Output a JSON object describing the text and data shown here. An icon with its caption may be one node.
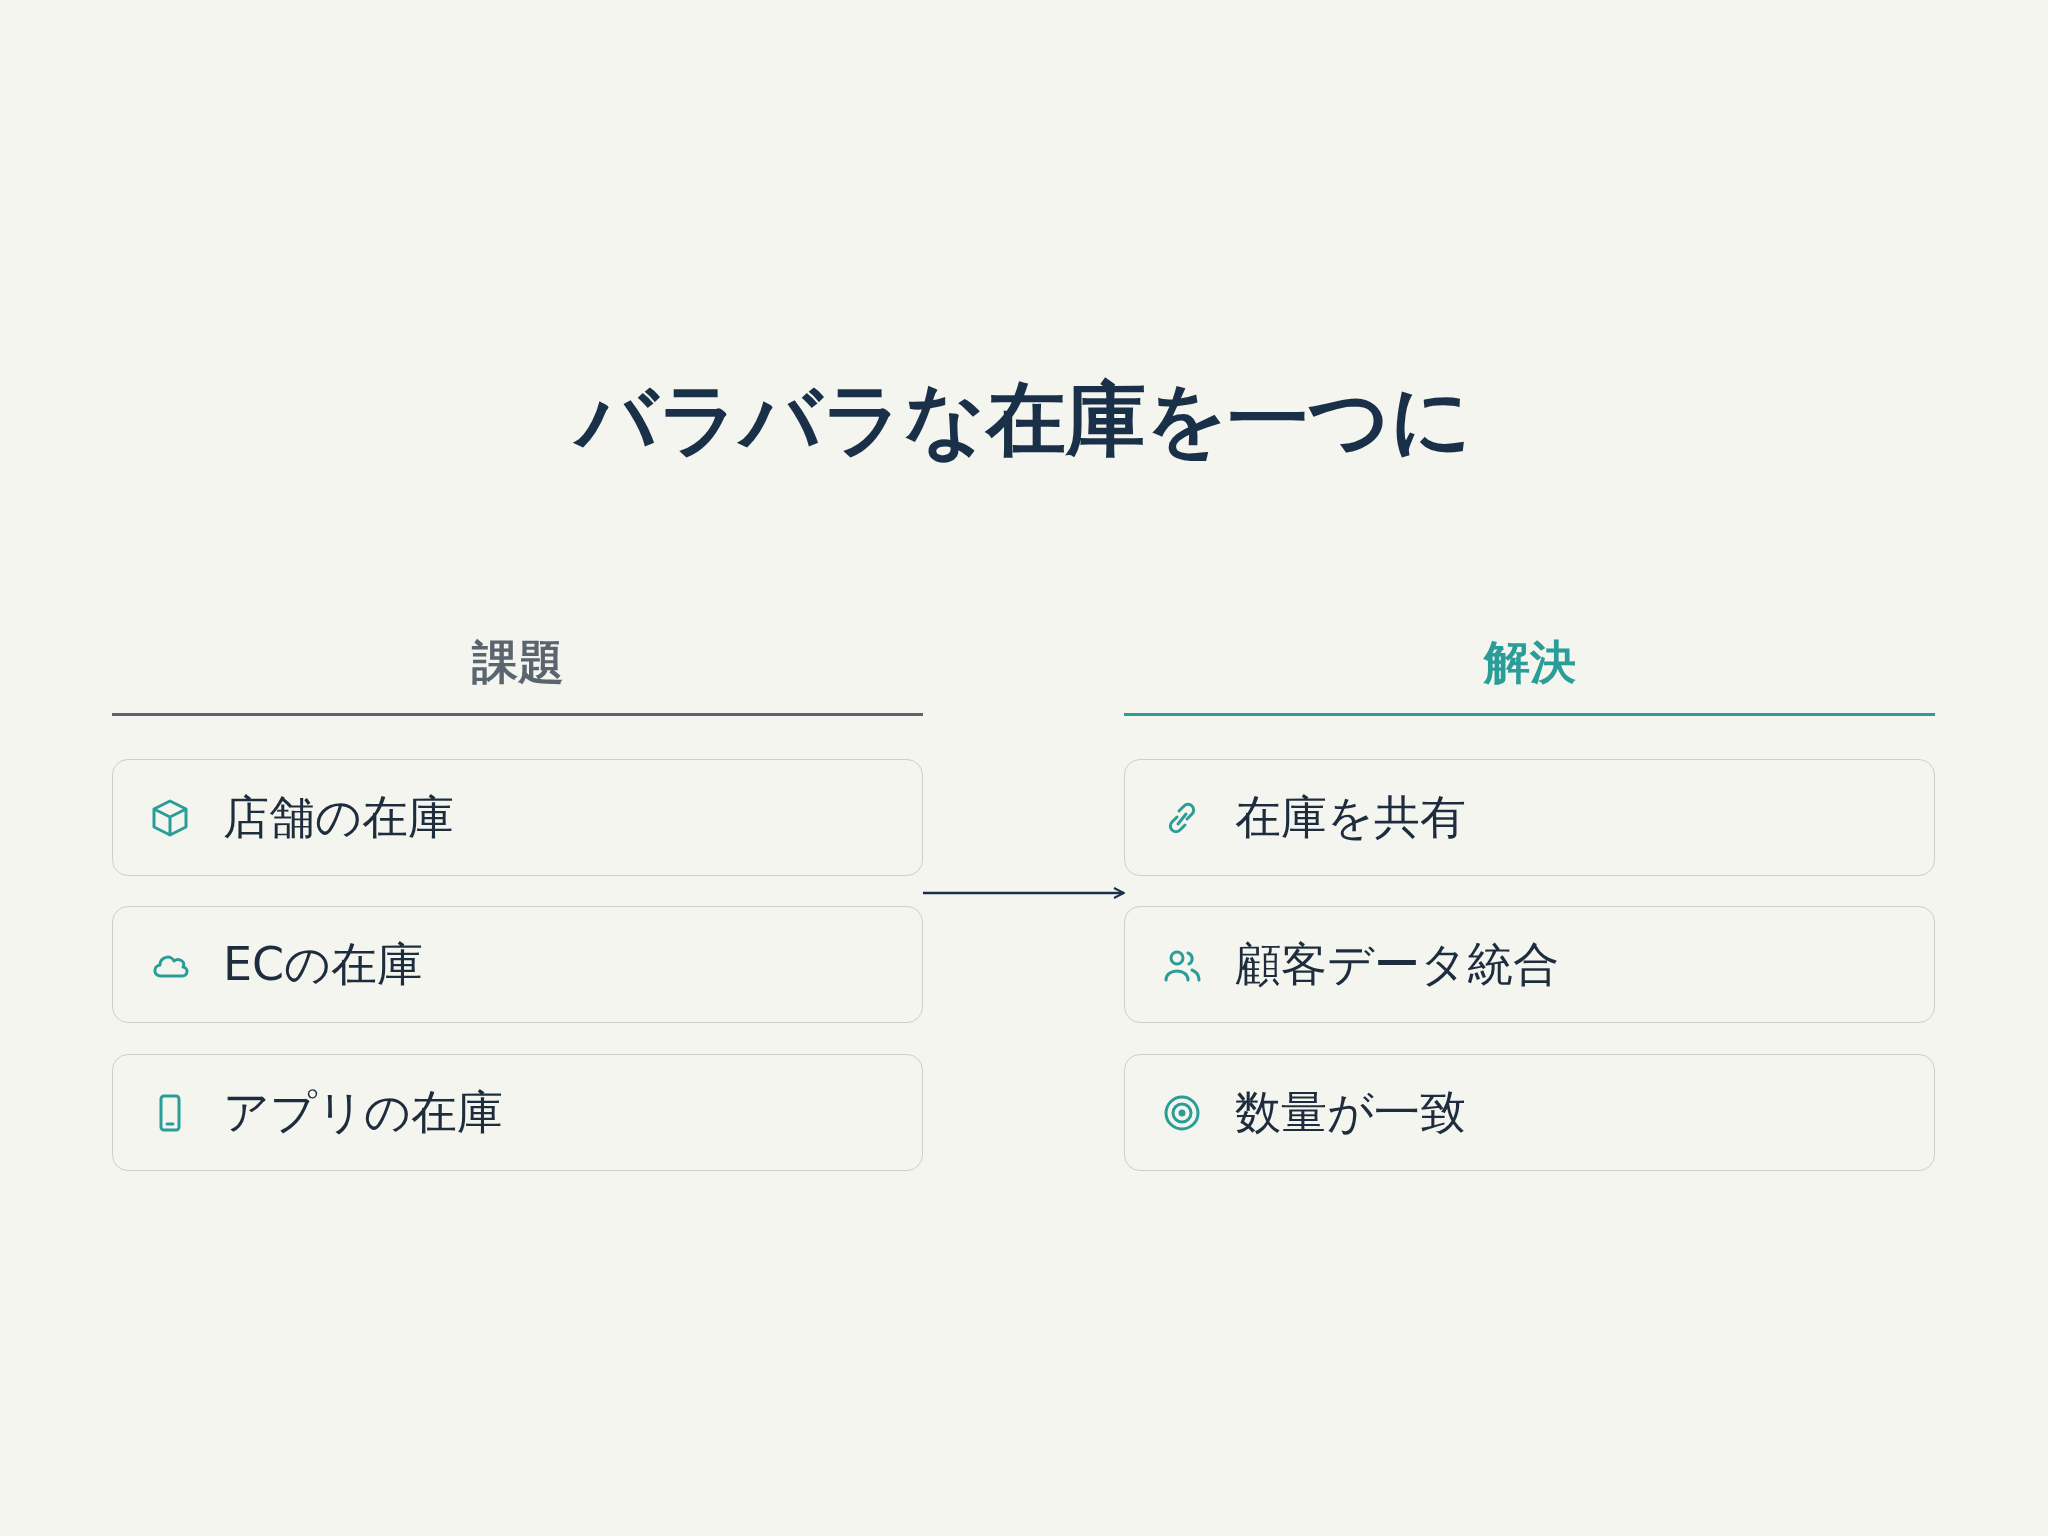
{
  "diagram": {
    "title": "バラバラな在庫を一つに",
    "nodes": [
      {
        "text": [
          "課題"
        ]
      },
      {
        "text": [
          "店舗の在庫"
        ],
        "in": 0
      },
      {
        "text": [
          "ECの在庫"
        ],
        "in": 0
      },
      {
        "text": [
          "アプリの在庫"
        ],
        "in": 0
      },
      {
        "text": [
          "解決"
        ]
      },
      {
        "text": [
          "在庫を共有"
        ],
        "in": 4
      },
      {
        "text": [
          "顧客データ統合"
        ],
        "in": 4
      },
      {
        "text": [
          "数量が一致"
        ],
        "in": 4
      }
    ],
    "edges": [
      {
        "from": 0,
        "to": 4,
        "arrow": "to"
      }
    ]
  }
}
